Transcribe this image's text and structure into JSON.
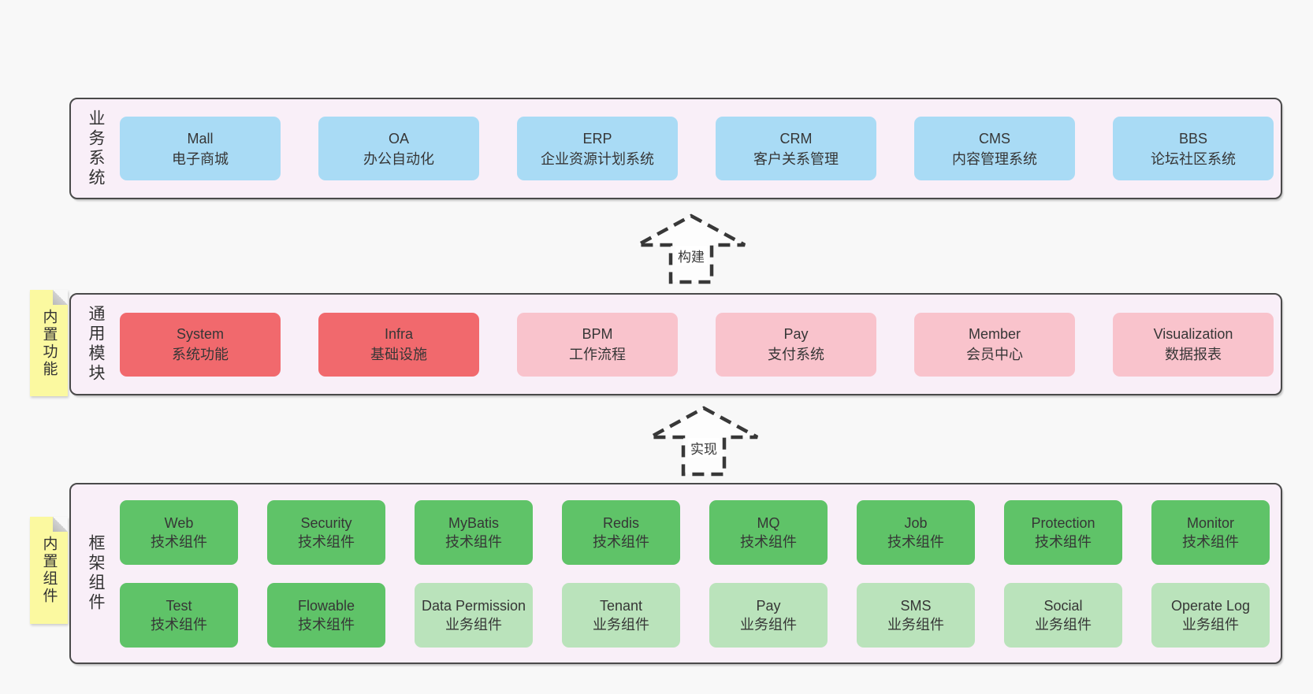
{
  "colors": {
    "page_bg": "#f8f8f8",
    "layer_bg": "#f9eff8",
    "layer_border": "#4a4a4a",
    "blue": "#a9dbf5",
    "red": "#f1696d",
    "pink": "#f9c3cc",
    "green": "#5fc368",
    "light_green": "#bae3bb",
    "note_yellow": "#fbf9a0"
  },
  "arrows": [
    {
      "label": "构建"
    },
    {
      "label": "实现"
    }
  ],
  "layers": [
    {
      "label": "业务系统",
      "boxes": [
        {
          "title": "Mall",
          "subtitle": "电子商城",
          "variant": "blue"
        },
        {
          "title": "OA",
          "subtitle": "办公自动化",
          "variant": "blue"
        },
        {
          "title": "ERP",
          "subtitle": "企业资源计划系统",
          "variant": "blue"
        },
        {
          "title": "CRM",
          "subtitle": "客户关系管理",
          "variant": "blue"
        },
        {
          "title": "CMS",
          "subtitle": "内容管理系统",
          "variant": "blue"
        },
        {
          "title": "BBS",
          "subtitle": "论坛社区系统",
          "variant": "blue"
        }
      ]
    },
    {
      "label": "通用模块",
      "note": "内置功能",
      "boxes": [
        {
          "title": "System",
          "subtitle": "系统功能",
          "variant": "red"
        },
        {
          "title": "Infra",
          "subtitle": "基础设施",
          "variant": "red"
        },
        {
          "title": "BPM",
          "subtitle": "工作流程",
          "variant": "pink"
        },
        {
          "title": "Pay",
          "subtitle": "支付系统",
          "variant": "pink"
        },
        {
          "title": "Member",
          "subtitle": "会员中心",
          "variant": "pink"
        },
        {
          "title": "Visualization",
          "subtitle": "数据报表",
          "variant": "pink"
        }
      ]
    },
    {
      "label": "框架组件",
      "note": "内置组件",
      "rows": [
        [
          {
            "title": "Web",
            "subtitle": "技术组件",
            "variant": "green"
          },
          {
            "title": "Security",
            "subtitle": "技术组件",
            "variant": "green"
          },
          {
            "title": "MyBatis",
            "subtitle": "技术组件",
            "variant": "green"
          },
          {
            "title": "Redis",
            "subtitle": "技术组件",
            "variant": "green"
          },
          {
            "title": "MQ",
            "subtitle": "技术组件",
            "variant": "green"
          },
          {
            "title": "Job",
            "subtitle": "技术组件",
            "variant": "green"
          },
          {
            "title": "Protection",
            "subtitle": "技术组件",
            "variant": "green"
          },
          {
            "title": "Monitor",
            "subtitle": "技术组件",
            "variant": "green"
          }
        ],
        [
          {
            "title": "Test",
            "subtitle": "技术组件",
            "variant": "green"
          },
          {
            "title": "Flowable",
            "subtitle": "技术组件",
            "variant": "green"
          },
          {
            "title": "Data Permission",
            "subtitle": "业务组件",
            "variant": "light-green"
          },
          {
            "title": "Tenant",
            "subtitle": "业务组件",
            "variant": "light-green"
          },
          {
            "title": "Pay",
            "subtitle": "业务组件",
            "variant": "light-green"
          },
          {
            "title": "SMS",
            "subtitle": "业务组件",
            "variant": "light-green"
          },
          {
            "title": "Social",
            "subtitle": "业务组件",
            "variant": "light-green"
          },
          {
            "title": "Operate Log",
            "subtitle": "业务组件",
            "variant": "light-green"
          }
        ]
      ]
    }
  ]
}
